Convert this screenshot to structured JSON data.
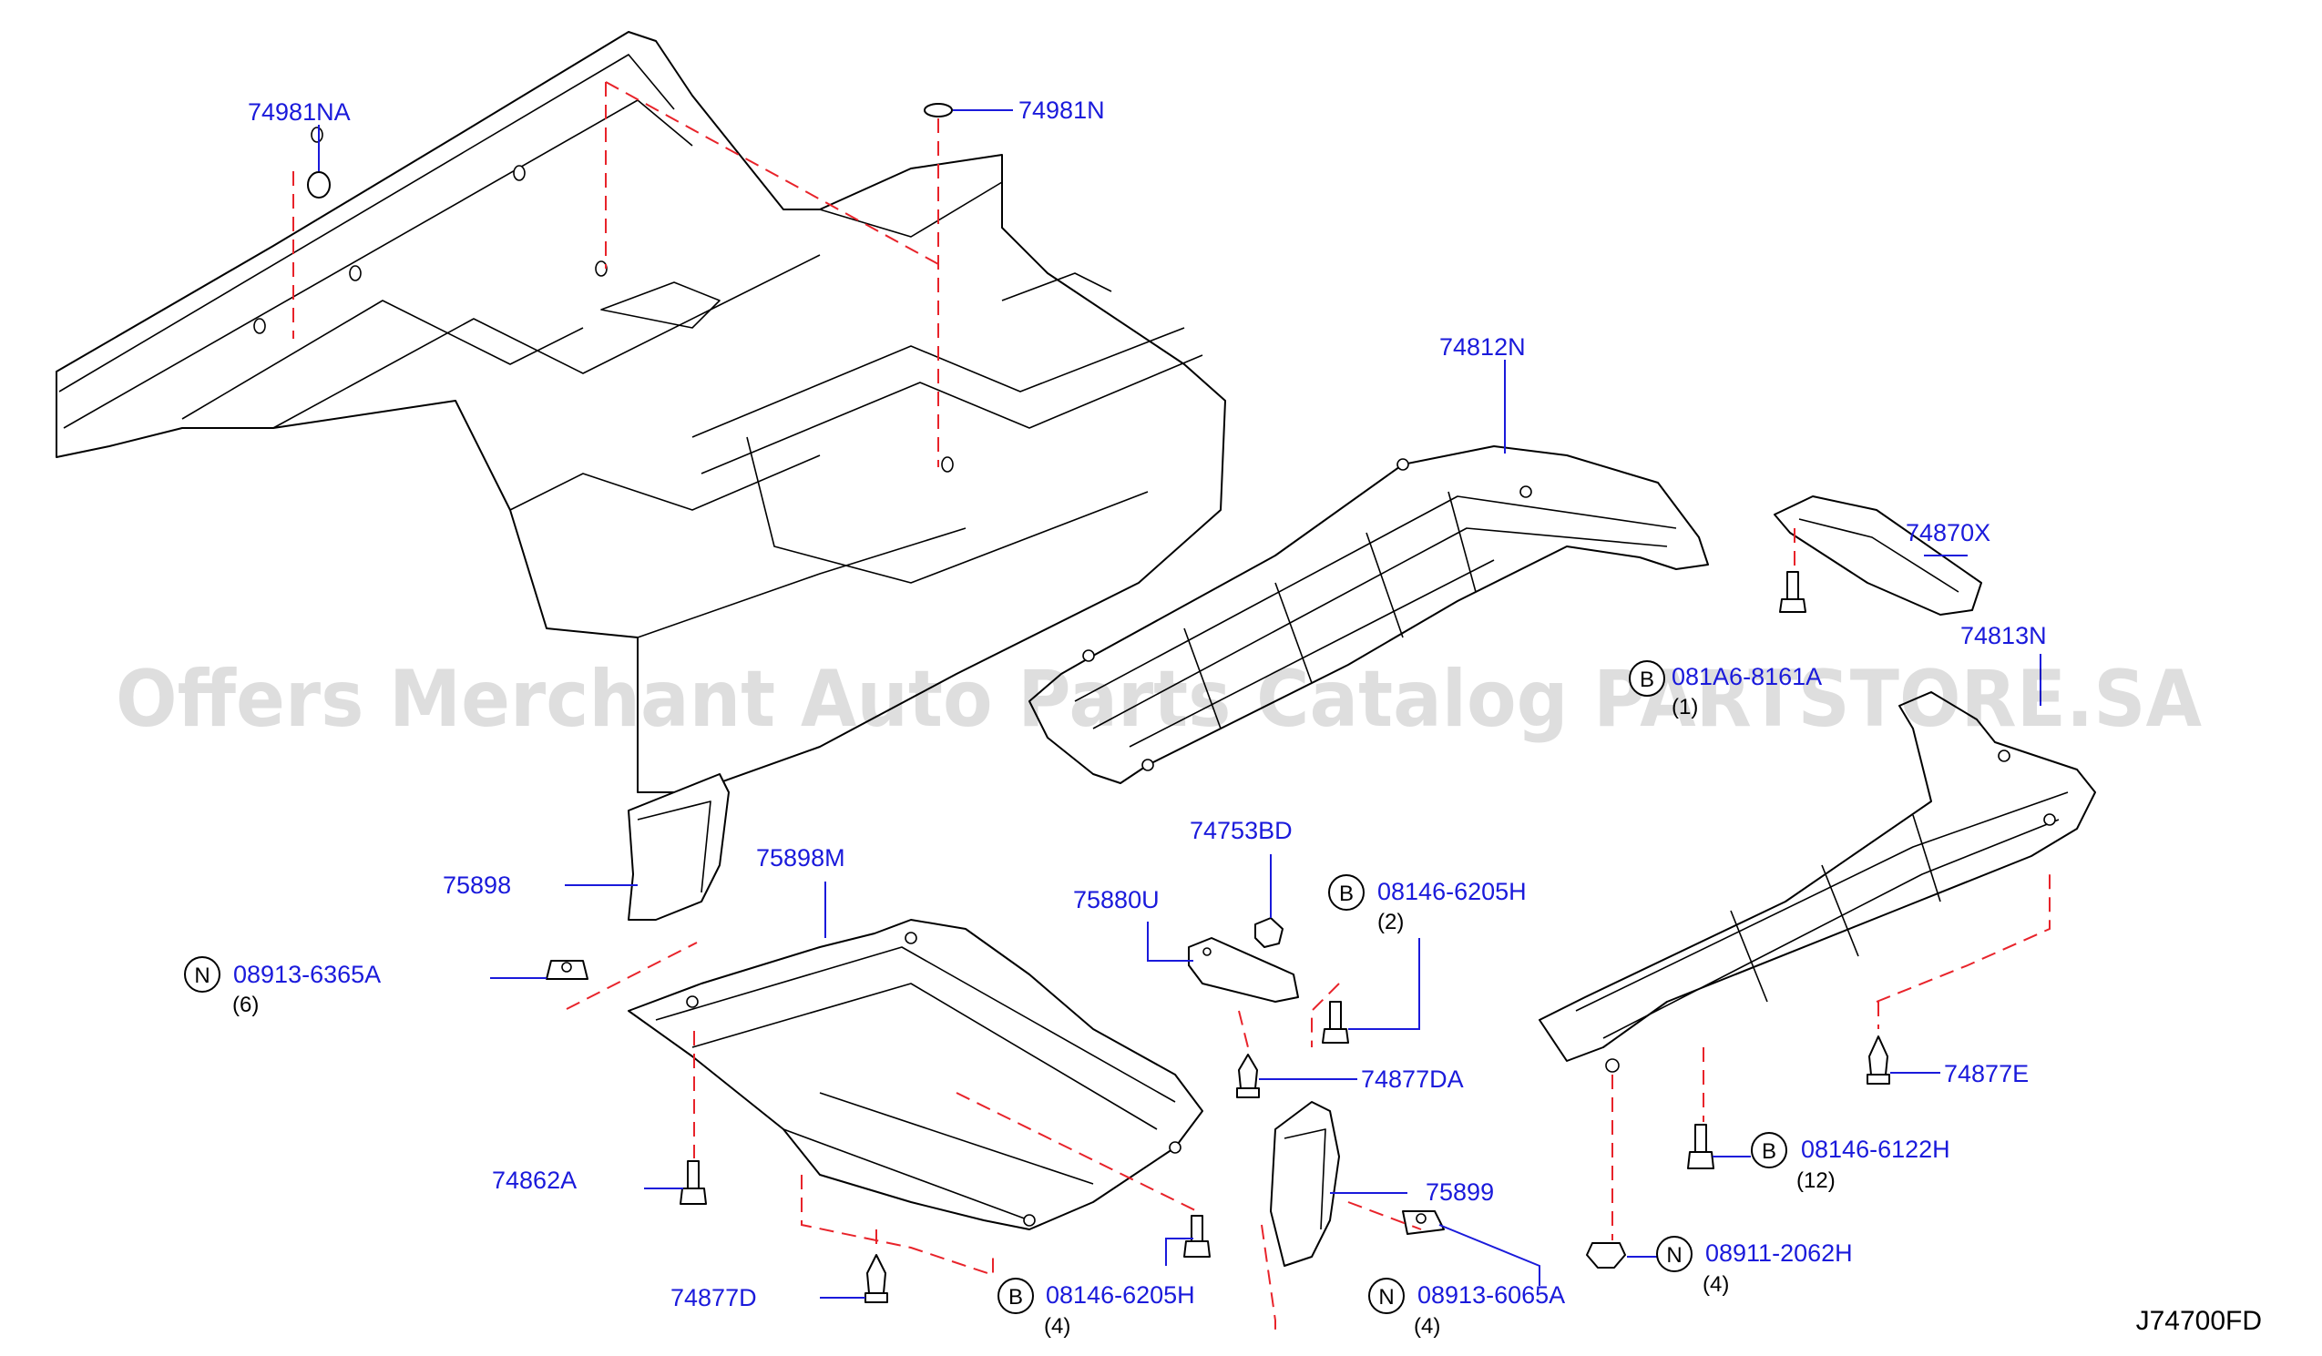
{
  "diagram": {
    "reference_code": "J74700FD",
    "watermark": "Offers Merchant Auto Parts Catalog PARTSTORE.SA",
    "colors": {
      "part_number_text": "#1a1adb",
      "leader_line": "#1a1adb",
      "dashed_guide": "#e8232a",
      "outline": "#000000"
    },
    "callouts": [
      {
        "id": "74981NA",
        "label": "74981NA",
        "badge": "",
        "qty": ""
      },
      {
        "id": "74981N",
        "label": "74981N",
        "badge": "",
        "qty": ""
      },
      {
        "id": "74812N",
        "label": "74812N",
        "badge": "",
        "qty": ""
      },
      {
        "id": "74870X",
        "label": "74870X",
        "badge": "",
        "qty": ""
      },
      {
        "id": "74813N",
        "label": "74813N",
        "badge": "",
        "qty": ""
      },
      {
        "id": "bolt-081A6",
        "label": "081A6-8161A",
        "badge": "B",
        "qty": "(1)"
      },
      {
        "id": "75898",
        "label": "75898",
        "badge": "",
        "qty": ""
      },
      {
        "id": "75898M",
        "label": "75898M",
        "badge": "",
        "qty": ""
      },
      {
        "id": "74753BD",
        "label": "74753BD",
        "badge": "",
        "qty": ""
      },
      {
        "id": "75880U",
        "label": "75880U",
        "badge": "",
        "qty": ""
      },
      {
        "id": "bolt-08146-6205H-upper",
        "label": "08146-6205H",
        "badge": "B",
        "qty": "(2)"
      },
      {
        "id": "nut-08913-6365A",
        "label": "08913-6365A",
        "badge": "N",
        "qty": "(6)"
      },
      {
        "id": "74877DA",
        "label": "74877DA",
        "badge": "",
        "qty": ""
      },
      {
        "id": "74877E",
        "label": "74877E",
        "badge": "",
        "qty": ""
      },
      {
        "id": "bolt-08146-6122H",
        "label": "08146-6122H",
        "badge": "B",
        "qty": "(12)"
      },
      {
        "id": "74862A",
        "label": "74862A",
        "badge": "",
        "qty": ""
      },
      {
        "id": "75899",
        "label": "75899",
        "badge": "",
        "qty": ""
      },
      {
        "id": "nut-08911-2062H",
        "label": "08911-2062H",
        "badge": "N",
        "qty": "(4)"
      },
      {
        "id": "74877D",
        "label": "74877D",
        "badge": "",
        "qty": ""
      },
      {
        "id": "bolt-08146-6205H-lower",
        "label": "08146-6205H",
        "badge": "B",
        "qty": "(4)"
      },
      {
        "id": "nut-08913-6065A",
        "label": "08913-6065A",
        "badge": "N",
        "qty": "(4)"
      }
    ]
  }
}
